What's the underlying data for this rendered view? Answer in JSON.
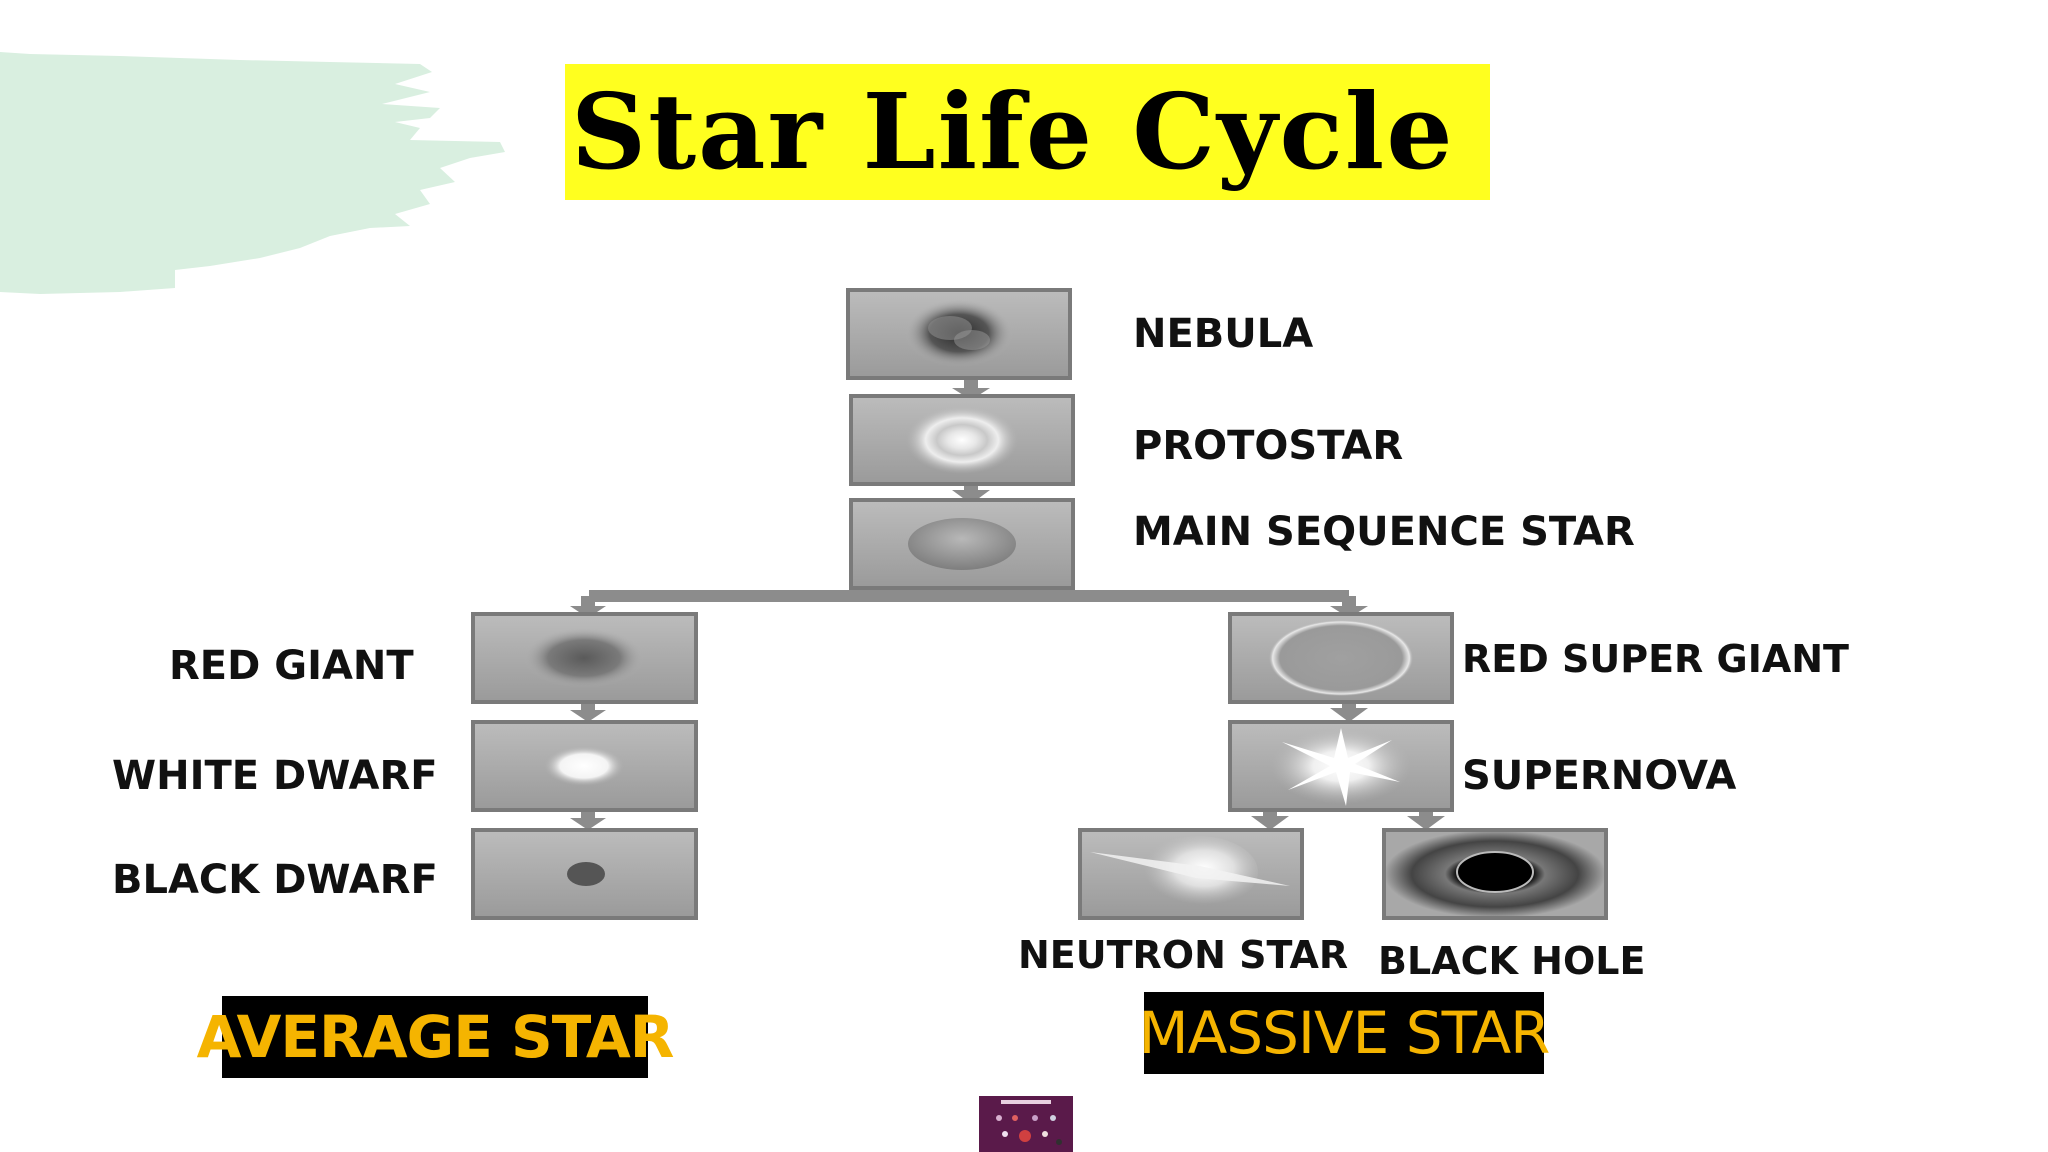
{
  "title": "Star Life Cycle",
  "colors": {
    "title_bg": "#ffff1f",
    "label_text": "#111111",
    "footer_text": "#f5b400",
    "footer_bg": "#000000",
    "brush": "#d9efe0",
    "arrow": "#8c8c8c",
    "panel_bg": "#a9a9a9"
  },
  "stages": {
    "nebula": "NEBULA",
    "protostar": "PROTOSTAR",
    "main_sequence": "MAIN SEQUENCE STAR",
    "red_giant": "RED GIANT",
    "white_dwarf": "WHITE DWARF",
    "black_dwarf": "BLACK DWARF",
    "red_super_giant": "RED SUPER GIANT",
    "supernova": "SUPERNOVA",
    "neutron_star": "NEUTRON STAR",
    "black_hole": "BLACK HOLE"
  },
  "footers": {
    "average": "AVERAGE STAR",
    "massive": "MASSIVE STAR"
  }
}
